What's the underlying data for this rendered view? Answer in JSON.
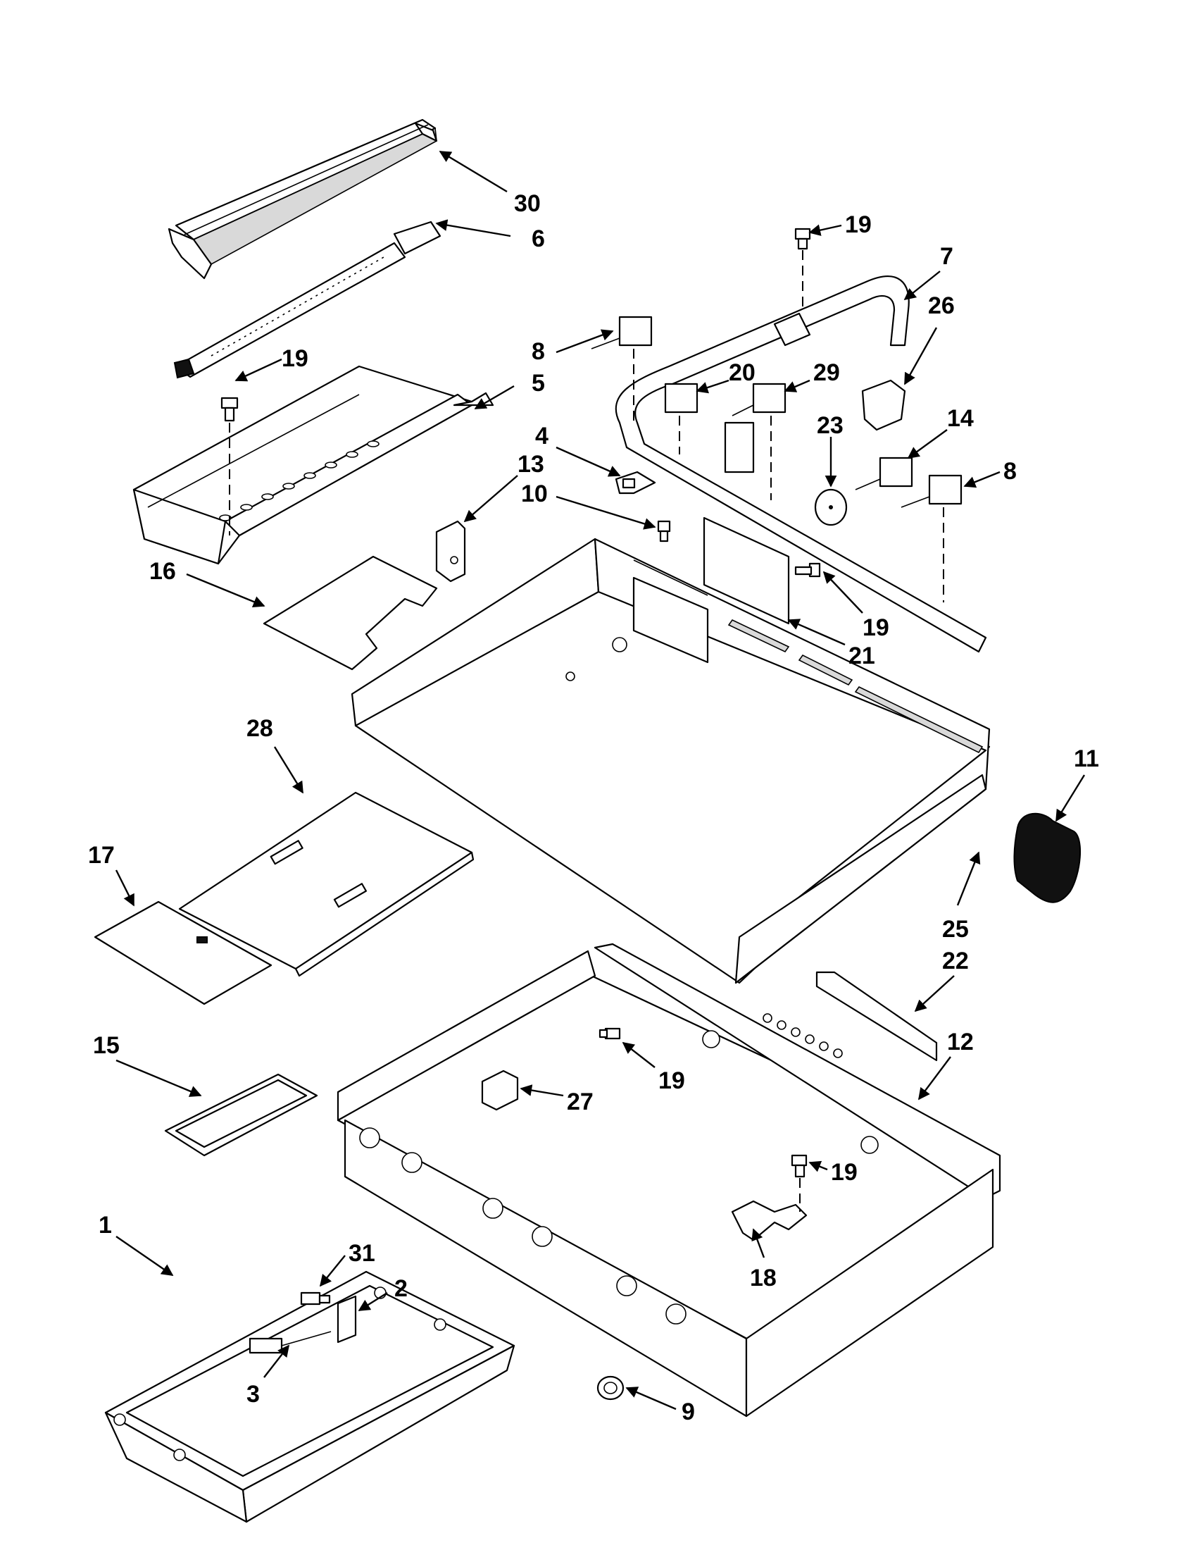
{
  "diagram": {
    "callouts": [
      {
        "id": "c30",
        "label": "30"
      },
      {
        "id": "c6",
        "label": "6"
      },
      {
        "id": "c19a",
        "label": "19"
      },
      {
        "id": "c5",
        "label": "5"
      },
      {
        "id": "c19b",
        "label": "19"
      },
      {
        "id": "c7",
        "label": "7"
      },
      {
        "id": "c8a",
        "label": "8"
      },
      {
        "id": "c26",
        "label": "26"
      },
      {
        "id": "c20",
        "label": "20"
      },
      {
        "id": "c29",
        "label": "29"
      },
      {
        "id": "c4",
        "label": "4"
      },
      {
        "id": "c13",
        "label": "13"
      },
      {
        "id": "c10",
        "label": "10"
      },
      {
        "id": "c23",
        "label": "23"
      },
      {
        "id": "c14",
        "label": "14"
      },
      {
        "id": "c8b",
        "label": "8"
      },
      {
        "id": "c16",
        "label": "16"
      },
      {
        "id": "c19c",
        "label": "19"
      },
      {
        "id": "c21",
        "label": "21"
      },
      {
        "id": "c28",
        "label": "28"
      },
      {
        "id": "c11",
        "label": "11"
      },
      {
        "id": "c17",
        "label": "17"
      },
      {
        "id": "c25",
        "label": "25"
      },
      {
        "id": "c22",
        "label": "22"
      },
      {
        "id": "c15",
        "label": "15"
      },
      {
        "id": "c12",
        "label": "12"
      },
      {
        "id": "c19d",
        "label": "19"
      },
      {
        "id": "c27",
        "label": "27"
      },
      {
        "id": "c19e",
        "label": "19"
      },
      {
        "id": "c1",
        "label": "1"
      },
      {
        "id": "c31",
        "label": "31"
      },
      {
        "id": "c2",
        "label": "2"
      },
      {
        "id": "c18",
        "label": "18"
      },
      {
        "id": "c3",
        "label": "3"
      },
      {
        "id": "c9",
        "label": "9"
      }
    ]
  }
}
